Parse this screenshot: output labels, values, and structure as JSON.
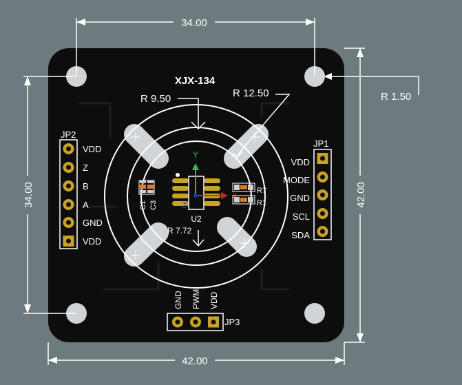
{
  "board": {
    "title": "XJX-134",
    "chip_label": "U2",
    "colors": {
      "background": "#6d7b7e",
      "pcb": "#0d0d0d",
      "silkscreen": "#ffffff",
      "pad_gold": "#c9a227",
      "dimension_line": "#ffffff",
      "axis_y": "#22c24a",
      "axis_x": "#e02020",
      "axis_z": "#2233cc",
      "smd_orange": "#e07a1f"
    }
  },
  "dimensions": {
    "top_width": "34.00",
    "left_height": "34.00",
    "right_height": "42.00",
    "bottom_width": "42.00",
    "hole_radius": "R 1.50",
    "ring_outer": "R 12.50",
    "ring_middle": "R 9.50",
    "ring_inner": "R 7.72"
  },
  "connectors": {
    "jp2": {
      "label": "JP2",
      "pins": [
        "VDD",
        "Z",
        "B",
        "A",
        "GND",
        "VDD"
      ]
    },
    "jp1": {
      "label": "JP1",
      "pins": [
        "VDD",
        "MODE",
        "GND",
        "SCL",
        "SDA"
      ]
    },
    "jp3": {
      "label": "JP3",
      "pins": [
        "GND",
        "PWM",
        "VDD"
      ]
    }
  },
  "components": {
    "c1": "C1",
    "c3": "C3",
    "r7": "R7",
    "r1": "R1"
  },
  "axes": {
    "y": "Y",
    "x": "X",
    "z": "Z"
  }
}
